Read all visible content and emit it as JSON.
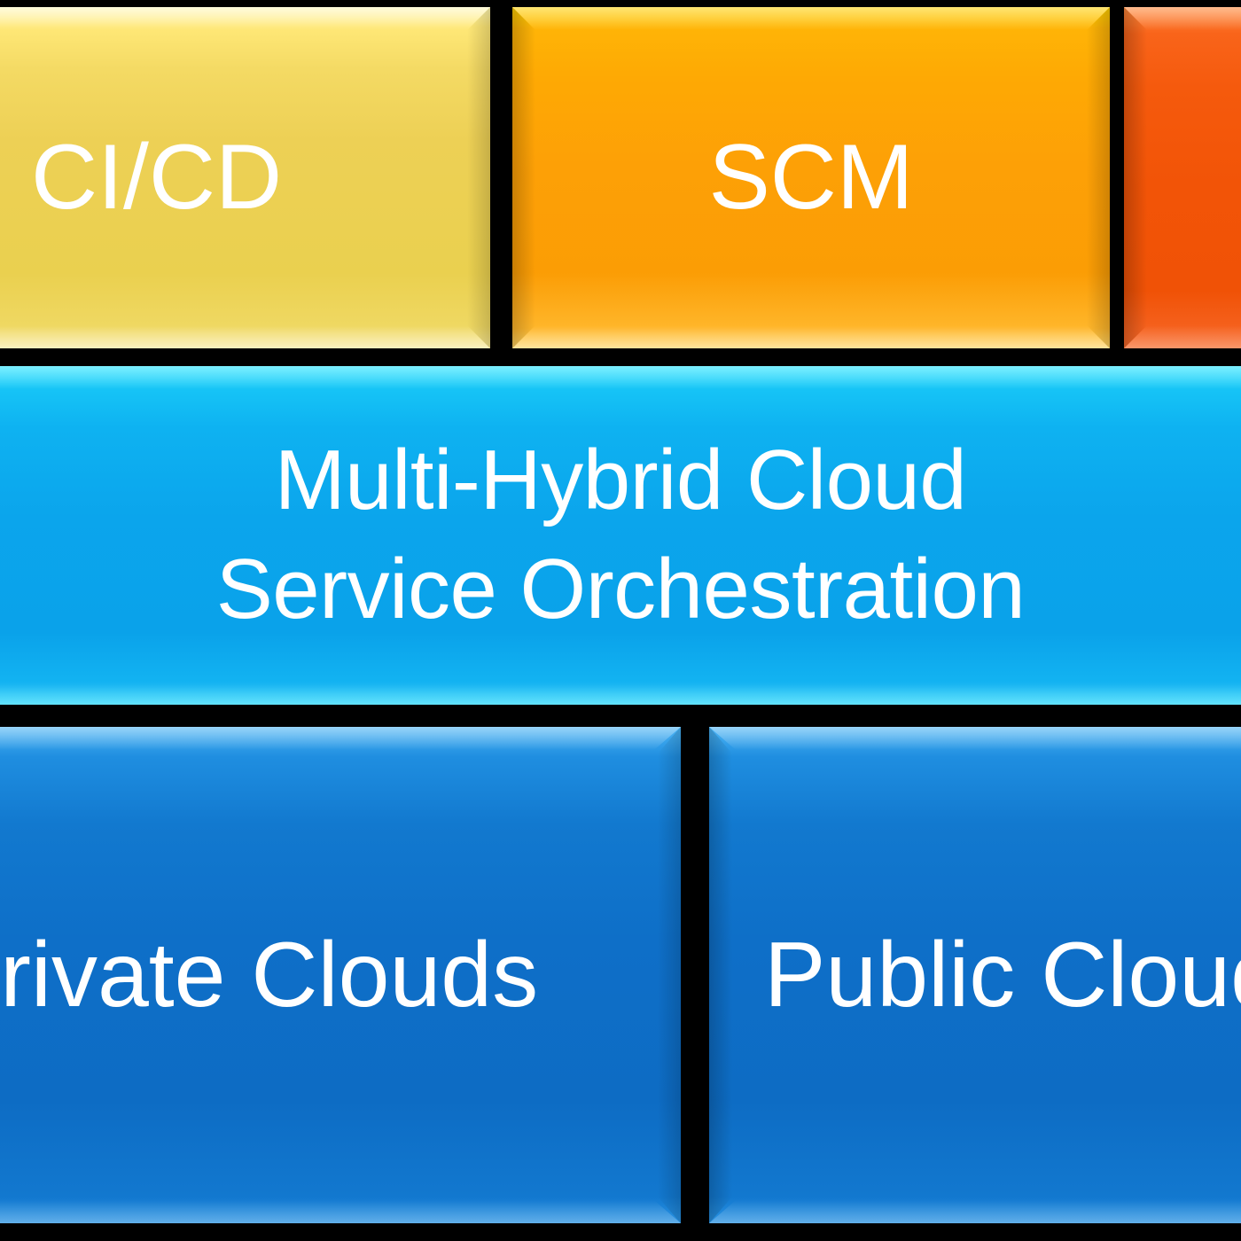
{
  "diagram": {
    "background_color": "#000000",
    "layers": [
      {
        "id": "tooling-row",
        "blocks": [
          {
            "id": "cicd",
            "label": "CI/CD",
            "color": "#EFD050",
            "text_color": "#FFFFFF",
            "clipped": "left"
          },
          {
            "id": "scm",
            "label": "SCM",
            "color": "#FDA006",
            "text_color": "#FFFFFF",
            "clipped": "none"
          },
          {
            "id": "security",
            "label": "",
            "color": "#F25407",
            "text_color": "#FFFFFF",
            "clipped": "right"
          }
        ]
      },
      {
        "id": "orchestration-row",
        "blocks": [
          {
            "id": "orchestration",
            "label": "Multi-Hybrid Cloud\nService Orchestration",
            "color": "#0BA5EC",
            "text_color": "#FFFFFF",
            "clipped": "none"
          }
        ]
      },
      {
        "id": "clouds-row",
        "blocks": [
          {
            "id": "private-clouds",
            "label": "Private Clouds",
            "color": "#0E6FC8",
            "text_color": "#FFFFFF",
            "clipped": "left"
          },
          {
            "id": "public-clouds",
            "label": "Public Clouds",
            "color": "#0E6FC8",
            "text_color": "#FFFFFF",
            "clipped": "right"
          }
        ]
      }
    ]
  }
}
